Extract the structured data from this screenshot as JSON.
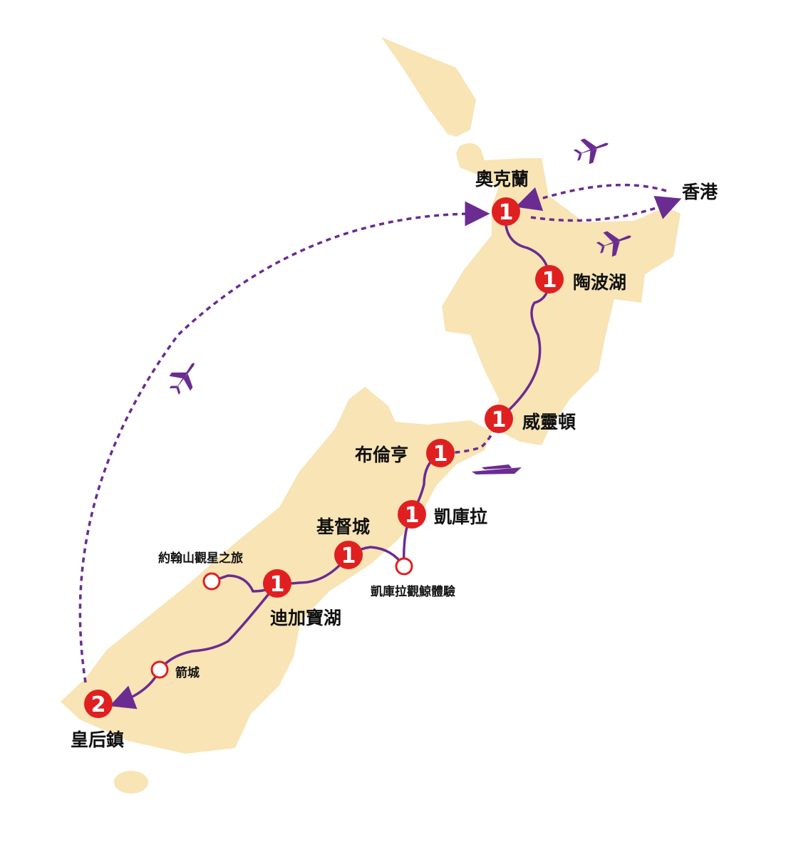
{
  "colors": {
    "land": "#f8e4b4",
    "route": "#6a2c91",
    "stop": "#e02020",
    "text": "#111111"
  },
  "stops": [
    {
      "id": "auckland",
      "name": "奧克蘭",
      "nights": "1"
    },
    {
      "id": "taupo",
      "name": "陶波湖",
      "nights": "1"
    },
    {
      "id": "wellington",
      "name": "威靈頓",
      "nights": "1"
    },
    {
      "id": "blenheim",
      "name": "布倫亨",
      "nights": "1"
    },
    {
      "id": "kaikoura",
      "name": "凱庫拉",
      "nights": "1"
    },
    {
      "id": "christchurch",
      "name": "基督城",
      "nights": "1"
    },
    {
      "id": "tekapo",
      "name": "迪加寶湖",
      "nights": "1"
    },
    {
      "id": "queenstown",
      "name": "皇后鎮",
      "nights": "2"
    }
  ],
  "waypoints": [
    {
      "id": "mtjohn",
      "name": "約翰山觀星之旅"
    },
    {
      "id": "whale",
      "name": "凱庫拉觀鯨體驗"
    },
    {
      "id": "arrowtown",
      "name": "箭城"
    }
  ],
  "origin": {
    "name": "香港"
  },
  "icons": [
    "airplane-icon",
    "airplane-icon",
    "airplane-icon",
    "ferry-icon"
  ]
}
